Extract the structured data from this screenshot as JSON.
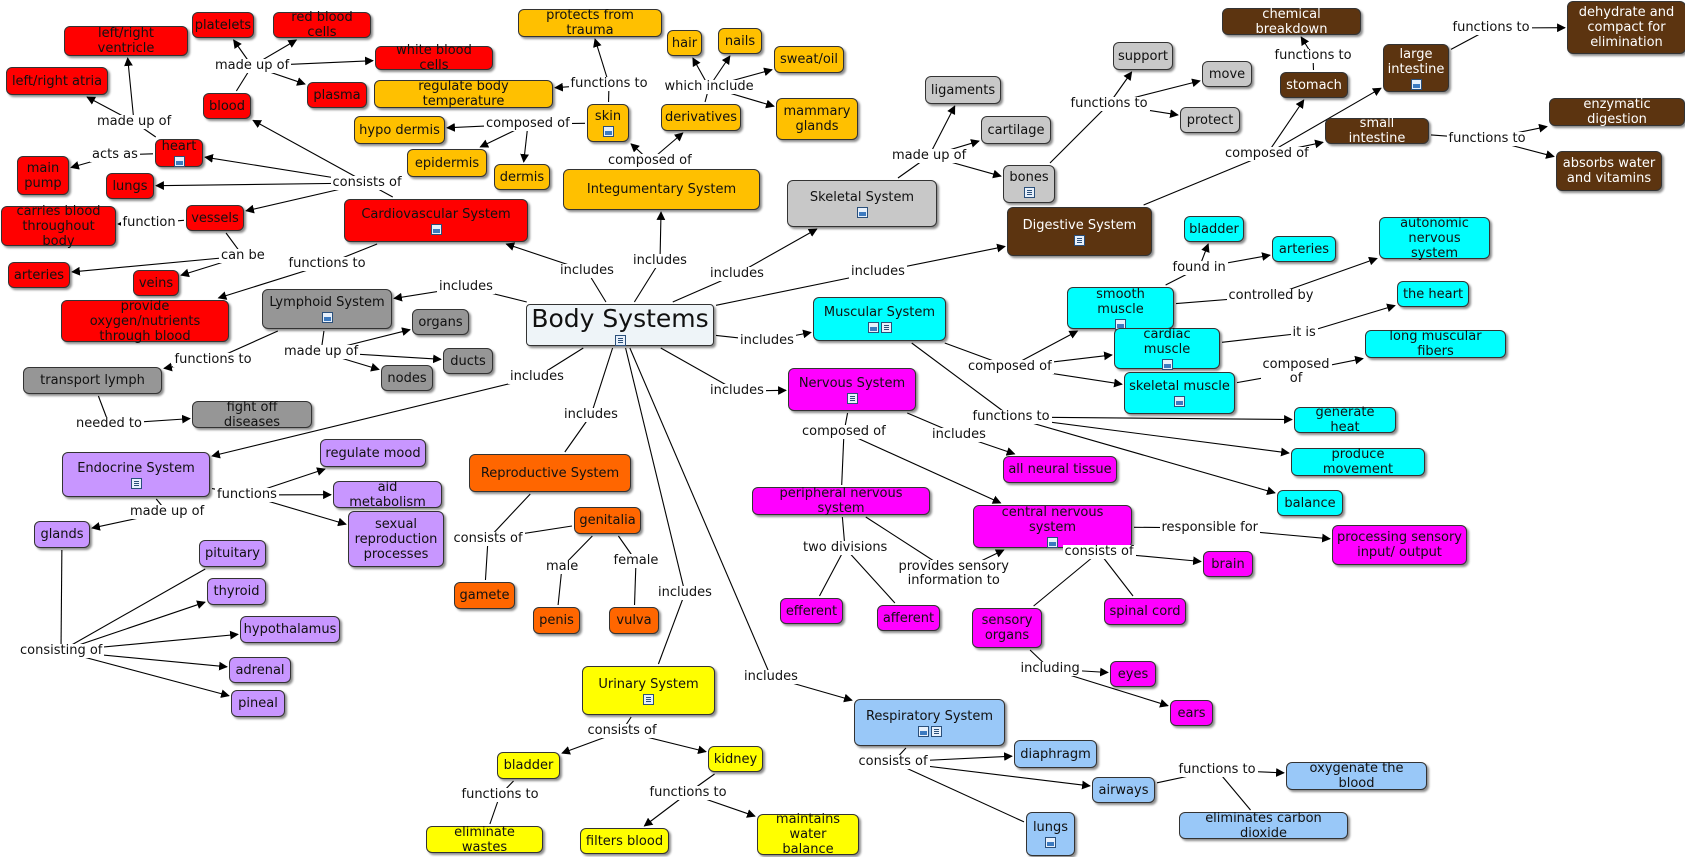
{
  "colors": {
    "red": "#ff0000",
    "gold": "#ffc000",
    "gray": "#969696",
    "lightgray": "#c8c8c8",
    "brown": "#5c3410",
    "cyan": "#00ffff",
    "magenta": "#ff00ff",
    "lavender": "#c896ff",
    "orange": "#ff6600",
    "yellow": "#ffff00",
    "lightblue": "#99c8f8",
    "root": "#eef4f8"
  },
  "nodes": [
    {
      "id": "root",
      "label": "Body Systems",
      "color": "root",
      "icons": [
        "doc"
      ]
    },
    {
      "id": "cardio",
      "label": "Cardiovascular System",
      "color": "red",
      "icons": [
        "pic"
      ]
    },
    {
      "id": "heart",
      "label": "heart",
      "color": "red",
      "icons": [
        "pic"
      ]
    },
    {
      "id": "lv",
      "label": "left/right ventricle",
      "color": "red"
    },
    {
      "id": "la",
      "label": "left/right atria",
      "color": "red"
    },
    {
      "id": "mainpump",
      "label": "main\npump",
      "color": "red"
    },
    {
      "id": "lungs_r",
      "label": "lungs",
      "color": "red"
    },
    {
      "id": "blood",
      "label": "blood",
      "color": "red"
    },
    {
      "id": "platelets",
      "label": "platelets",
      "color": "red"
    },
    {
      "id": "rbc",
      "label": "red blood cells",
      "color": "red"
    },
    {
      "id": "wbc",
      "label": "white blood cells",
      "color": "red"
    },
    {
      "id": "plasma",
      "label": "plasma",
      "color": "red"
    },
    {
      "id": "vessels",
      "label": "vessels",
      "color": "red"
    },
    {
      "id": "carries",
      "label": "carries blood\nthroughout body",
      "color": "red"
    },
    {
      "id": "arteries_r",
      "label": "arteries",
      "color": "red"
    },
    {
      "id": "veins",
      "label": "veins",
      "color": "red"
    },
    {
      "id": "provide",
      "label": "provide oxygen/nutrients\nthrough blood",
      "color": "red"
    },
    {
      "id": "integ",
      "label": "Integumentary System",
      "color": "gold"
    },
    {
      "id": "skin",
      "label": "skin",
      "color": "gold",
      "icons": [
        "pic"
      ]
    },
    {
      "id": "trauma",
      "label": "protects from trauma",
      "color": "gold"
    },
    {
      "id": "temp",
      "label": "regulate body temperature",
      "color": "gold"
    },
    {
      "id": "hypo",
      "label": "hypo dermis",
      "color": "gold"
    },
    {
      "id": "epi",
      "label": "epidermis",
      "color": "gold"
    },
    {
      "id": "dermis",
      "label": "dermis",
      "color": "gold"
    },
    {
      "id": "deriv",
      "label": "derivatives",
      "color": "gold"
    },
    {
      "id": "hair",
      "label": "hair",
      "color": "gold"
    },
    {
      "id": "nails",
      "label": "nails",
      "color": "gold"
    },
    {
      "id": "sweat",
      "label": "sweat/oil",
      "color": "gold"
    },
    {
      "id": "mammary",
      "label": "mammary\nglands",
      "color": "gold"
    },
    {
      "id": "skeletal",
      "label": "Skeletal System",
      "color": "lightgray",
      "icons": [
        "pic"
      ]
    },
    {
      "id": "ligaments",
      "label": "ligaments",
      "color": "lightgray"
    },
    {
      "id": "cartilage",
      "label": "cartilage",
      "color": "lightgray"
    },
    {
      "id": "bones",
      "label": "bones",
      "color": "lightgray",
      "icons": [
        "doc"
      ]
    },
    {
      "id": "support",
      "label": "support",
      "color": "lightgray"
    },
    {
      "id": "move",
      "label": "move",
      "color": "lightgray"
    },
    {
      "id": "protect",
      "label": "protect",
      "color": "lightgray"
    },
    {
      "id": "digest",
      "label": "Digestive System",
      "color": "brown",
      "icons": [
        "doc"
      ]
    },
    {
      "id": "chembreak",
      "label": "chemical breakdown",
      "color": "brown"
    },
    {
      "id": "stomach",
      "label": "stomach",
      "color": "brown"
    },
    {
      "id": "largeint",
      "label": "large\nintestine",
      "color": "brown",
      "icons": [
        "pic"
      ]
    },
    {
      "id": "dehydrate",
      "label": "dehydrate and\ncompact for\nelimination",
      "color": "brown"
    },
    {
      "id": "smallint",
      "label": "small intestine",
      "color": "brown"
    },
    {
      "id": "enzym",
      "label": "enzymatic digestion",
      "color": "brown"
    },
    {
      "id": "absorbs",
      "label": "absorbs water\nand vitamins",
      "color": "brown"
    },
    {
      "id": "lymph",
      "label": "Lymphoid System",
      "color": "gray",
      "icons": [
        "pic"
      ]
    },
    {
      "id": "organs",
      "label": "organs",
      "color": "gray"
    },
    {
      "id": "ducts",
      "label": "ducts",
      "color": "gray"
    },
    {
      "id": "nodes",
      "label": "nodes",
      "color": "gray"
    },
    {
      "id": "transport",
      "label": "transport lymph",
      "color": "gray"
    },
    {
      "id": "fight",
      "label": "fight off diseases",
      "color": "gray"
    },
    {
      "id": "muscular",
      "label": "Muscular System",
      "color": "cyan",
      "icons": [
        "pic",
        "doc"
      ]
    },
    {
      "id": "bladder_c",
      "label": "bladder",
      "color": "cyan"
    },
    {
      "id": "arteries_c",
      "label": "arteries",
      "color": "cyan"
    },
    {
      "id": "smooth",
      "label": "smooth muscle",
      "color": "cyan",
      "icons": [
        "pic"
      ]
    },
    {
      "id": "autonomic",
      "label": "autonomic\nnervous system",
      "color": "cyan"
    },
    {
      "id": "theheart",
      "label": "the heart",
      "color": "cyan"
    },
    {
      "id": "cardiac",
      "label": "cardiac muscle",
      "color": "cyan",
      "icons": [
        "pic"
      ]
    },
    {
      "id": "longfib",
      "label": "long muscular fibers",
      "color": "cyan"
    },
    {
      "id": "skelmus",
      "label": "skeletal muscle",
      "color": "cyan",
      "icons": [
        "pic"
      ]
    },
    {
      "id": "genheat",
      "label": "generate heat",
      "color": "cyan"
    },
    {
      "id": "prodmove",
      "label": "produce movement",
      "color": "cyan"
    },
    {
      "id": "balance",
      "label": "balance",
      "color": "cyan"
    },
    {
      "id": "nervous",
      "label": "Nervous System",
      "color": "magenta",
      "icons": [
        "doc"
      ]
    },
    {
      "id": "allneural",
      "label": "all neural tissue",
      "color": "magenta"
    },
    {
      "id": "pns",
      "label": "peripheral nervous system",
      "color": "magenta"
    },
    {
      "id": "cns",
      "label": "central nervous system",
      "color": "magenta",
      "icons": [
        "pic"
      ]
    },
    {
      "id": "efferent",
      "label": "efferent",
      "color": "magenta"
    },
    {
      "id": "afferent",
      "label": "afferent",
      "color": "magenta"
    },
    {
      "id": "procsens",
      "label": "processing sensory\ninput/ output",
      "color": "magenta"
    },
    {
      "id": "brain",
      "label": "brain",
      "color": "magenta"
    },
    {
      "id": "sensory",
      "label": "sensory\norgans",
      "color": "magenta"
    },
    {
      "id": "spinal",
      "label": "spinal cord",
      "color": "magenta"
    },
    {
      "id": "eyes",
      "label": "eyes",
      "color": "magenta"
    },
    {
      "id": "ears",
      "label": "ears",
      "color": "magenta"
    },
    {
      "id": "endo",
      "label": "Endocrine System",
      "color": "lavender",
      "icons": [
        "doc"
      ]
    },
    {
      "id": "mood",
      "label": "regulate mood",
      "color": "lavender"
    },
    {
      "id": "metab",
      "label": "aid metabolism",
      "color": "lavender"
    },
    {
      "id": "sexual",
      "label": "sexual\nreproduction\nprocesses",
      "color": "lavender"
    },
    {
      "id": "glands",
      "label": "glands",
      "color": "lavender"
    },
    {
      "id": "pituitary",
      "label": "pituitary",
      "color": "lavender"
    },
    {
      "id": "thyroid",
      "label": "thyroid",
      "color": "lavender"
    },
    {
      "id": "hypothal",
      "label": "hypothalamus",
      "color": "lavender"
    },
    {
      "id": "adrenal",
      "label": "adrenal",
      "color": "lavender"
    },
    {
      "id": "pineal",
      "label": "pineal",
      "color": "lavender"
    },
    {
      "id": "repro",
      "label": "Reproductive System",
      "color": "orange"
    },
    {
      "id": "genitalia",
      "label": "genitalia",
      "color": "orange"
    },
    {
      "id": "gamete",
      "label": "gamete",
      "color": "orange"
    },
    {
      "id": "penis",
      "label": "penis",
      "color": "orange"
    },
    {
      "id": "vulva",
      "label": "vulva",
      "color": "orange"
    },
    {
      "id": "urinary",
      "label": "Urinary System",
      "color": "yellow",
      "icons": [
        "doc"
      ]
    },
    {
      "id": "bladder_u",
      "label": "bladder",
      "color": "yellow"
    },
    {
      "id": "kidney",
      "label": "kidney",
      "color": "yellow"
    },
    {
      "id": "elimwaste",
      "label": "eliminate wastes",
      "color": "yellow"
    },
    {
      "id": "filters",
      "label": "filters blood",
      "color": "yellow"
    },
    {
      "id": "waterbal",
      "label": "maintains\nwater balance",
      "color": "yellow"
    },
    {
      "id": "resp",
      "label": "Respiratory System",
      "color": "lightblue",
      "icons": [
        "pic",
        "doc"
      ]
    },
    {
      "id": "diaphragm",
      "label": "diaphragm",
      "color": "lightblue"
    },
    {
      "id": "airways",
      "label": "airways",
      "color": "lightblue"
    },
    {
      "id": "lungs_b",
      "label": "lungs",
      "color": "lightblue",
      "icons": [
        "pic"
      ]
    },
    {
      "id": "oxygenate",
      "label": "oxygenate the blood",
      "color": "lightblue"
    },
    {
      "id": "elimco2",
      "label": "eliminates carbon dioxide",
      "color": "lightblue"
    }
  ],
  "links": [
    {
      "id": "l_card_incl",
      "label": "includes"
    },
    {
      "id": "l_integ_incl",
      "label": "includes"
    },
    {
      "id": "l_skel_incl",
      "label": "includes"
    },
    {
      "id": "l_dig_incl",
      "label": "includes"
    },
    {
      "id": "l_lymph_incl",
      "label": "includes"
    },
    {
      "id": "l_musc_incl",
      "label": "includes"
    },
    {
      "id": "l_nerv_incl",
      "label": "includes"
    },
    {
      "id": "l_endo_incl",
      "label": "includes"
    },
    {
      "id": "l_repro_incl",
      "label": "includes"
    },
    {
      "id": "l_urin_incl",
      "label": "includes"
    },
    {
      "id": "l_resp_incl",
      "label": "includes"
    },
    {
      "id": "l_card_cons",
      "label": "consists of"
    },
    {
      "id": "l_card_func",
      "label": "functions to"
    },
    {
      "id": "l_heart_mu",
      "label": "made up of"
    },
    {
      "id": "l_heart_acts",
      "label": "acts as"
    },
    {
      "id": "l_blood_mu",
      "label": "made up of"
    },
    {
      "id": "l_vess_func",
      "label": "function"
    },
    {
      "id": "l_vess_can",
      "label": "can be"
    },
    {
      "id": "l_skin_func",
      "label": "functions to"
    },
    {
      "id": "l_skin_comp",
      "label": "composed of"
    },
    {
      "id": "l_integ_comp",
      "label": "composed of"
    },
    {
      "id": "l_deriv_incl",
      "label": "which include"
    },
    {
      "id": "l_skel_mu",
      "label": "made up of"
    },
    {
      "id": "l_bones_func",
      "label": "functions to"
    },
    {
      "id": "l_dig_comp",
      "label": "composed of"
    },
    {
      "id": "l_stom_func",
      "label": "functions to"
    },
    {
      "id": "l_large_func",
      "label": "functions to"
    },
    {
      "id": "l_small_func",
      "label": "functions to"
    },
    {
      "id": "l_lymph_mu",
      "label": "made up of"
    },
    {
      "id": "l_lymph_func",
      "label": "functions to"
    },
    {
      "id": "l_trans_need",
      "label": "needed to"
    },
    {
      "id": "l_musc_comp",
      "label": "composed of"
    },
    {
      "id": "l_smooth_found",
      "label": "found in"
    },
    {
      "id": "l_smooth_ctrl",
      "label": "controlled by"
    },
    {
      "id": "l_cardiac_is",
      "label": "it is"
    },
    {
      "id": "l_skelmus_comp",
      "label": "composed\nof"
    },
    {
      "id": "l_musc_func",
      "label": "functions to"
    },
    {
      "id": "l_nerv_comp",
      "label": "composed of"
    },
    {
      "id": "l_nerv_incl2",
      "label": "includes"
    },
    {
      "id": "l_pns_two",
      "label": "two divisions"
    },
    {
      "id": "l_pns_prov",
      "label": "provides sensory\ninformation to"
    },
    {
      "id": "l_cns_resp",
      "label": "responsible for"
    },
    {
      "id": "l_cns_cons",
      "label": "consists of"
    },
    {
      "id": "l_sens_incl",
      "label": "including"
    },
    {
      "id": "l_endo_func",
      "label": "functions"
    },
    {
      "id": "l_endo_mu",
      "label": "made up of"
    },
    {
      "id": "l_glands_cons",
      "label": "consisting of"
    },
    {
      "id": "l_repro_cons",
      "label": "consists of"
    },
    {
      "id": "l_gen_male",
      "label": "male"
    },
    {
      "id": "l_gen_female",
      "label": "female"
    },
    {
      "id": "l_urin_cons",
      "label": "consists of"
    },
    {
      "id": "l_blad_func",
      "label": "functions to"
    },
    {
      "id": "l_kid_func",
      "label": "functions to"
    },
    {
      "id": "l_resp_cons",
      "label": "consists of"
    },
    {
      "id": "l_air_func",
      "label": "functions to"
    }
  ]
}
